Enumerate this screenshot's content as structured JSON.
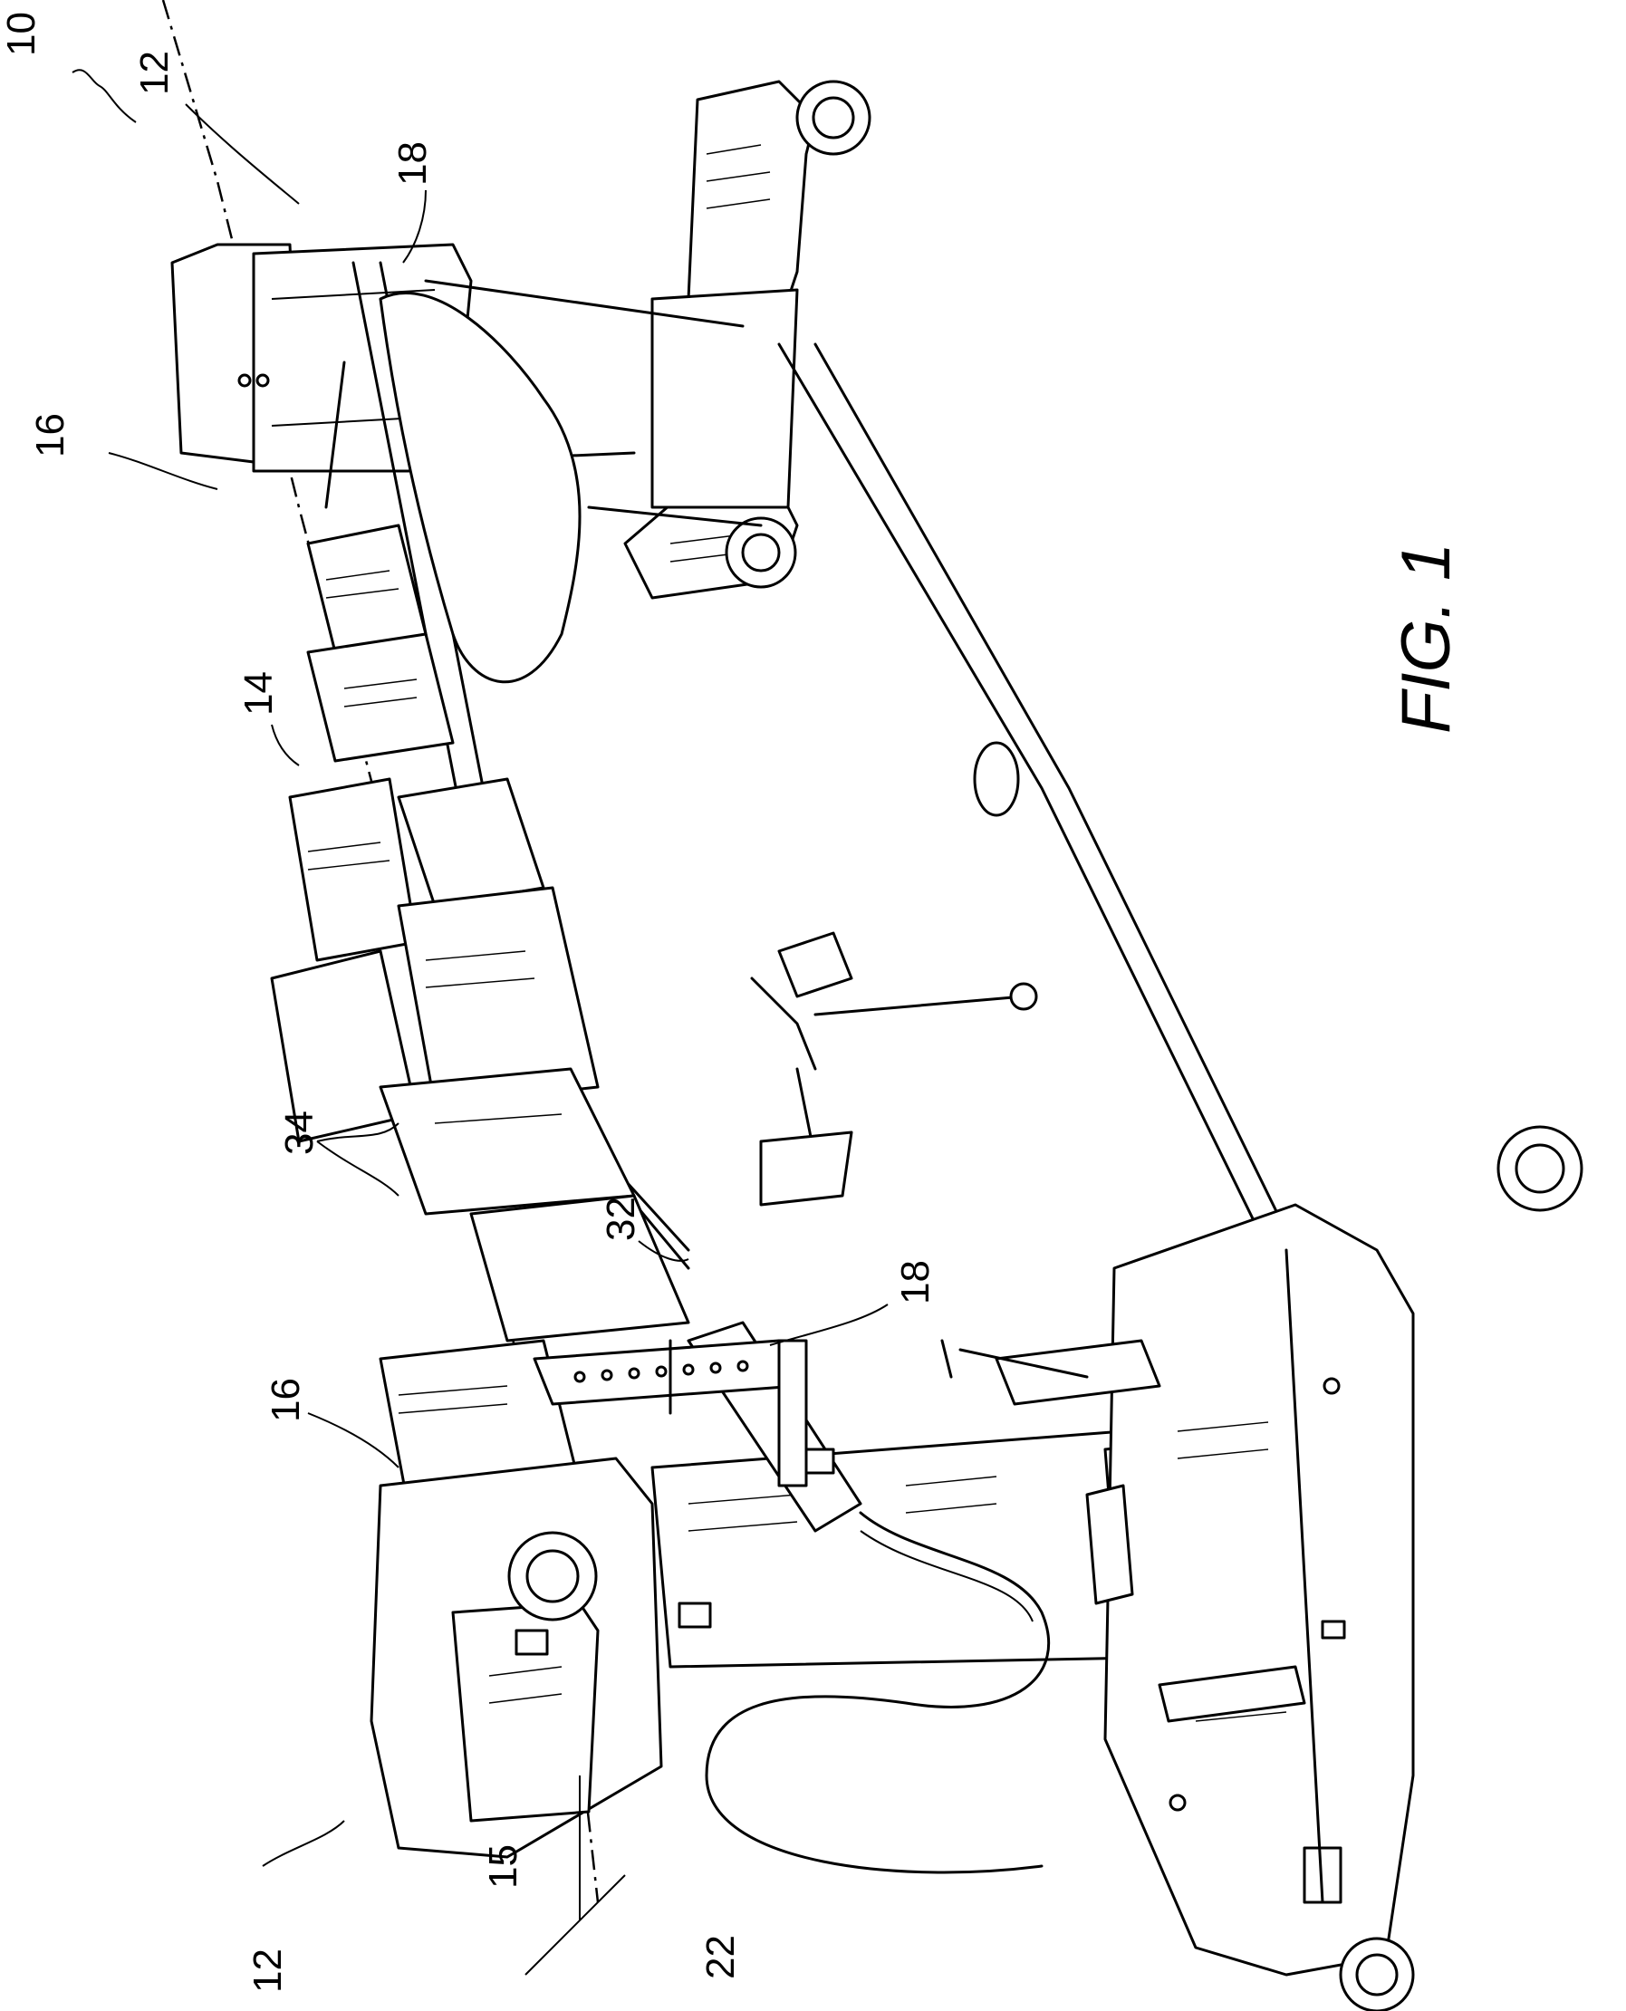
{
  "figure_label": "FIG. 1",
  "labels": {
    "ref_10": "10",
    "ref_12_top": "12",
    "ref_12_bottom": "12",
    "ref_14": "14",
    "ref_15": "15",
    "ref_16_top": "16",
    "ref_16_bottom": "16",
    "ref_18_top": "18",
    "ref_18_bottom": "18",
    "ref_22": "22",
    "ref_32": "32",
    "ref_34": "34"
  }
}
